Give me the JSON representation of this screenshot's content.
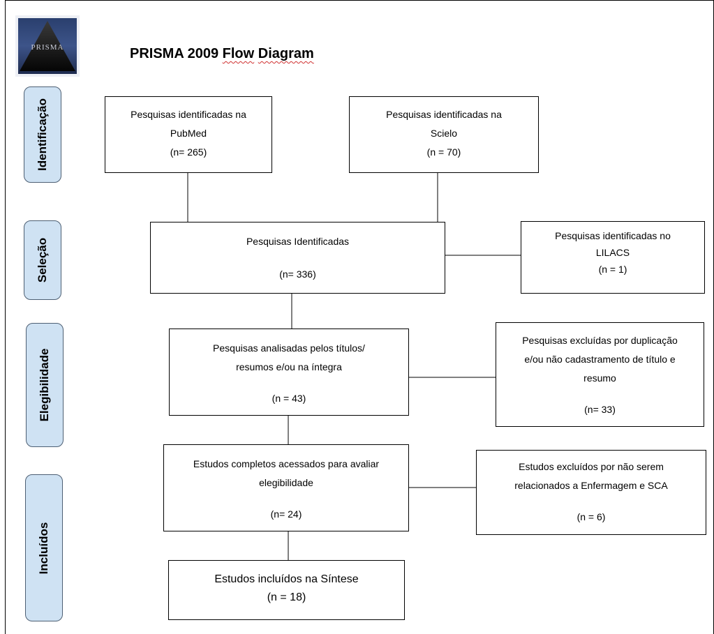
{
  "header": {
    "logo_text": "PRISMA",
    "title_prefix": "PRISMA 2009 ",
    "title_flow": "Flow",
    "title_space": " ",
    "title_diagram": "Diagram"
  },
  "stages": {
    "identificacao": "Identificação",
    "selecao": "Seleção",
    "elegibilidade": "Elegibilidade",
    "incluidos": "Incluídos"
  },
  "boxes": {
    "pubmed": {
      "line1": "Pesquisas identificadas na",
      "line2": "PubMed",
      "count": "(n= 265)"
    },
    "scielo": {
      "line1": "Pesquisas identificadas na",
      "line2": "Scielo",
      "count": "(n = 70)"
    },
    "identificadas": {
      "line1": "Pesquisas Identificadas",
      "count": "(n= 336)"
    },
    "lilacs": {
      "line1": "Pesquisas identificadas no",
      "line2": "LILACS",
      "count": "(n = 1)"
    },
    "analisadas": {
      "line1": "Pesquisas analisadas pelos títulos/",
      "line2": "resumos e/ou na íntegra",
      "count": "(n = 43)"
    },
    "excluidas_duplicacao": {
      "line1": "Pesquisas excluídas por duplicação",
      "line2": "e/ou não cadastramento de título e",
      "line3": "resumo",
      "count": "(n= 33)"
    },
    "completos": {
      "line1": "Estudos completos acessados para avaliar",
      "line2": "elegibilidade",
      "count": "(n= 24)"
    },
    "excluidos_enfermagem": {
      "line1": "Estudos excluídos por não serem",
      "line2": "relacionados a Enfermagem e SCA",
      "count": "(n = 6)"
    },
    "sintese": {
      "line1": "Estudos incluídos na Síntese",
      "count": "(n = 18)"
    }
  }
}
